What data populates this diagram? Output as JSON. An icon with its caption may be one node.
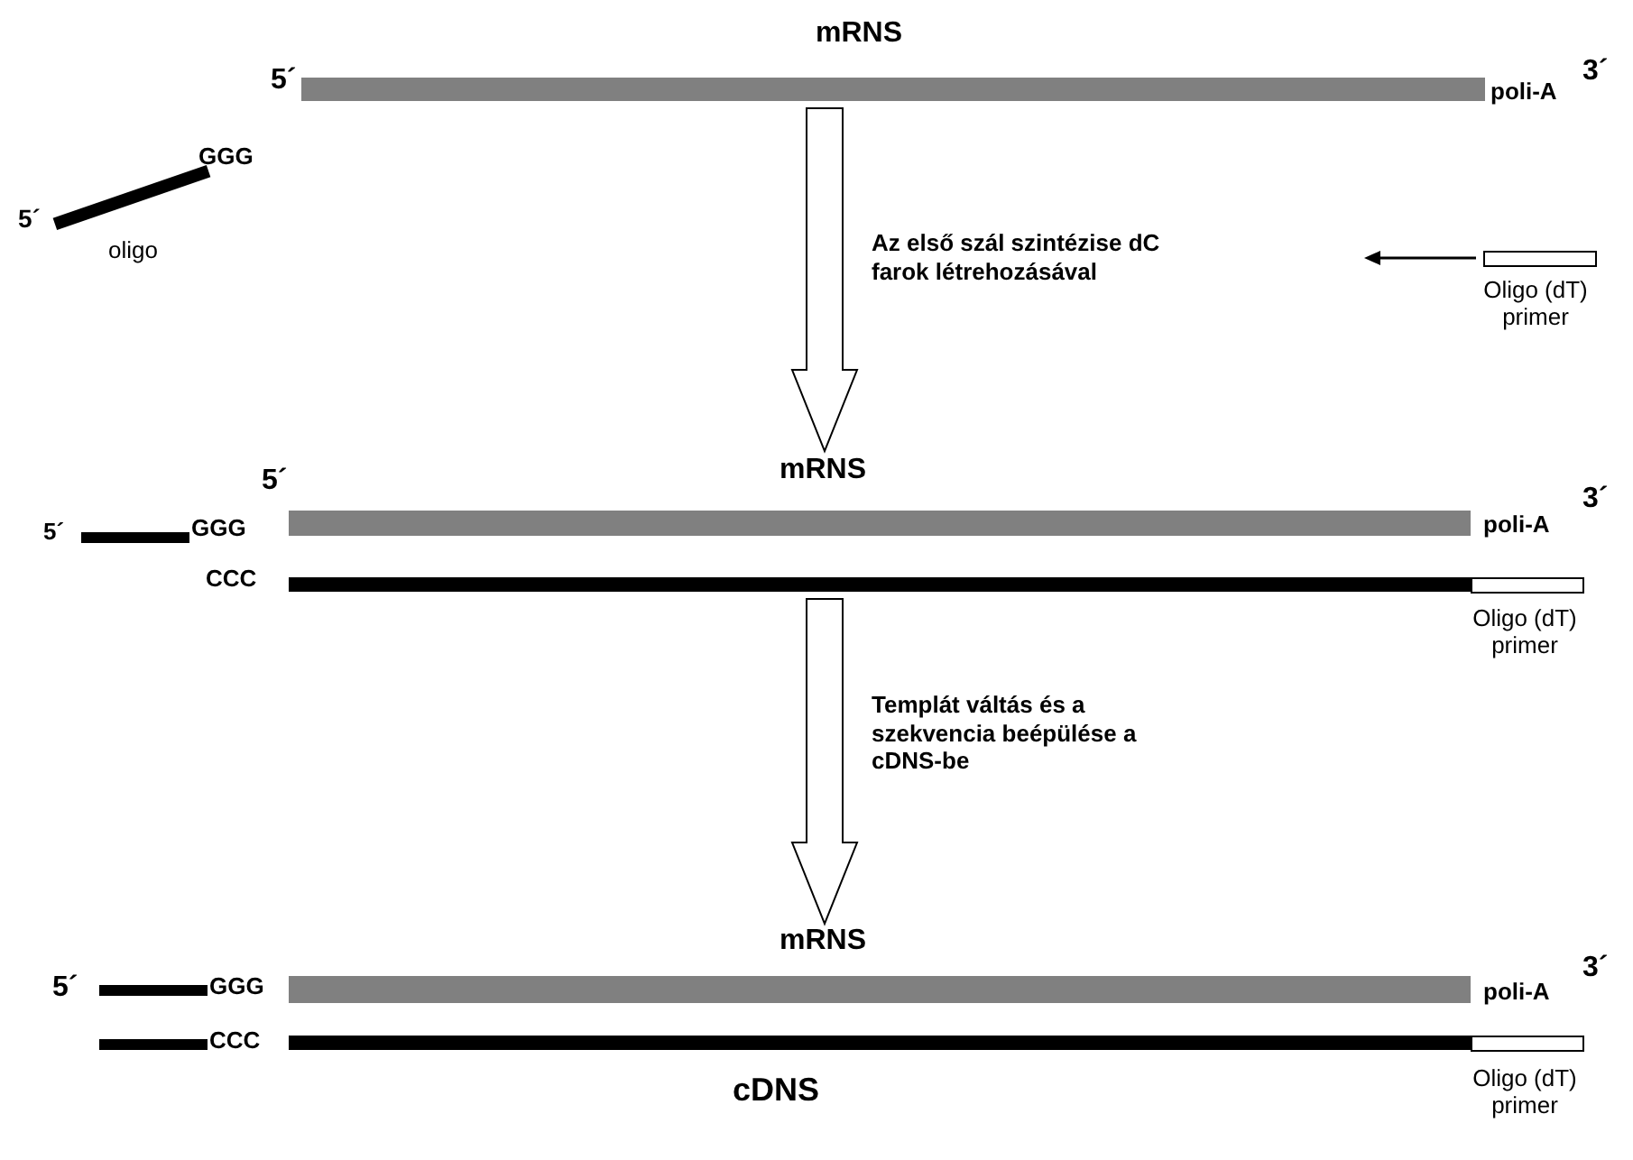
{
  "diagram": {
    "nodes": [
      {
        "text": [
          "mRNS",
          "5´",
          "poli-A",
          "3´"
        ]
      },
      {
        "text": [
          "5´",
          "GGG",
          "oligo"
        ]
      },
      {
        "text": [
          "Oligo (dT) primer"
        ]
      },
      {
        "text": [
          "mRNS",
          "5´",
          "poli-A",
          "3´"
        ]
      },
      {
        "text": [
          "5´",
          "GGG"
        ]
      },
      {
        "text": [
          "CCC"
        ]
      },
      {
        "text": [
          "Oligo (dT) primer"
        ]
      },
      {
        "text": [
          "mRNS",
          "poli-A",
          "3´"
        ]
      },
      {
        "text": [
          "5´",
          "GGG"
        ]
      },
      {
        "text": [
          "CCC",
          "cDNS"
        ]
      },
      {
        "text": [
          "Oligo (dT) primer"
        ]
      }
    ],
    "edges": [
      {
        "from": 0,
        "to": 3,
        "arrow": "to",
        "label": "Az első szál szintézise dC farok létrehozásával"
      },
      {
        "from": 5,
        "to": 7,
        "arrow": "to",
        "label": "Templát váltás és a szekvencia beépülése a cDNS-be"
      }
    ]
  }
}
